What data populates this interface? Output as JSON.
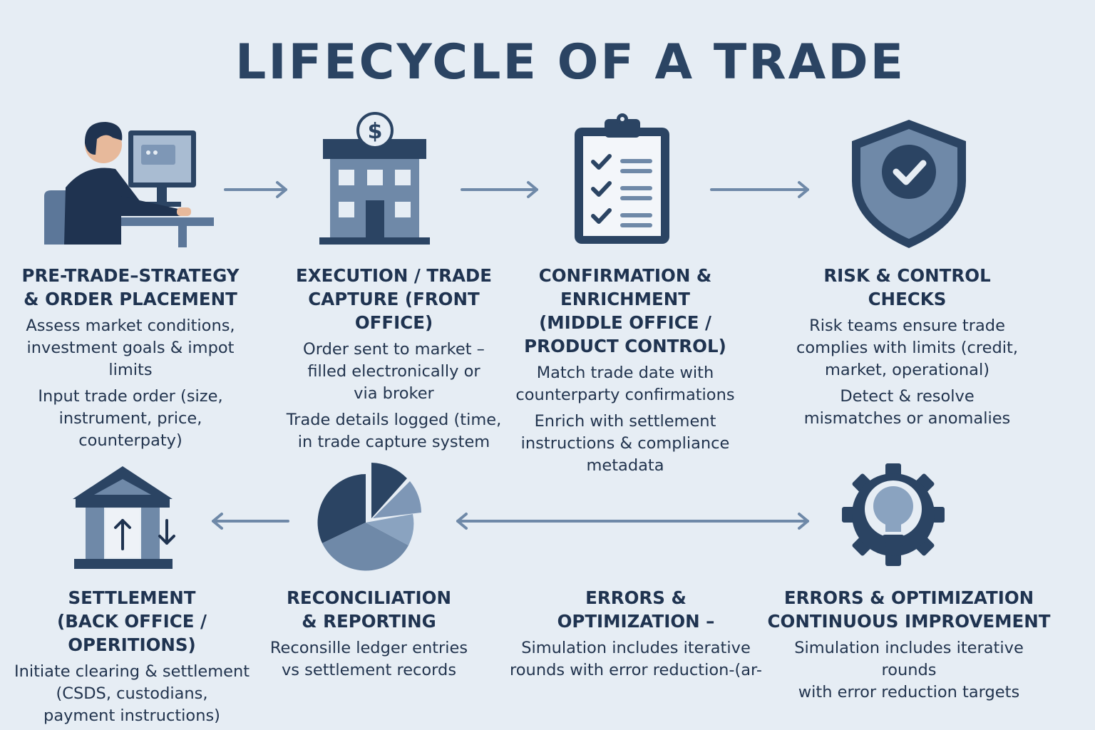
{
  "title": "LIFECYCLE OF A TRADE",
  "steps": [
    {
      "heading": "PRE-TRADE–STRATEGY\n& ORDER PLACEMENT",
      "p1": "Assess market conditions,\ninvestment goals & impot\nlimits",
      "p2": "Input trade order (size,\ninstrument, price, counterpaty)",
      "icon": "trader-at-computer-icon"
    },
    {
      "heading": "EXECUTION / TRADE\nCAPTURE (FRONT OFFICE)",
      "p1": "Order sent to market –\nfilled electronically or\nvia broker",
      "p2": "Trade details logged (time,\nin trade capture system",
      "icon": "bank-building-dollar-icon"
    },
    {
      "heading": "CONFIRMATION &\nENRICHMENT\n(MIDDLE OFFICE /\nPRODUCT CONTROL)",
      "p1": "Match trade date with\ncounterparty confirmations",
      "p2": "Enrich with settlement\ninstructions & compliance\nmetadata",
      "icon": "checklist-clipboard-icon"
    },
    {
      "heading": "RISK & CONTROL\nCHECKS",
      "p1": "Risk teams ensure trade\ncomplies with limits (credit,\nmarket, operational)",
      "p2": "Detect & resolve\nmismatches or anomalies",
      "icon": "shield-check-icon"
    },
    {
      "heading": "SETTLEMENT\n(BACK OFFICE / OPERITIONS)",
      "p1": "Initiate clearing & settlement\n(CSDS, custodians,\npayment instructions)",
      "icon": "institution-transfer-icon"
    },
    {
      "heading": "RECONCILIATION\n& REPORTING",
      "p1": "Reconsille ledger entries\nvs settlement records",
      "icon": "pie-chart-icon"
    },
    {
      "heading": "ERRORS &\nOPTIMIZATION –",
      "p1": "Simulation includes iterative\nrounds with error reduction-(ar-"
    },
    {
      "heading": "ERRORS & OPTIMIZATION\nCONTINUOUS IMPROVEMENT",
      "p1": "Simulation includes iterative rounds\nwith error reduction targets",
      "icon": "gear-lightbulb-icon"
    }
  ],
  "colors": {
    "background": "#e6edf4",
    "dark": "#2b4463",
    "mid": "#5c7799",
    "light": "#8aa3c0",
    "arrow": "#6f89a8"
  }
}
